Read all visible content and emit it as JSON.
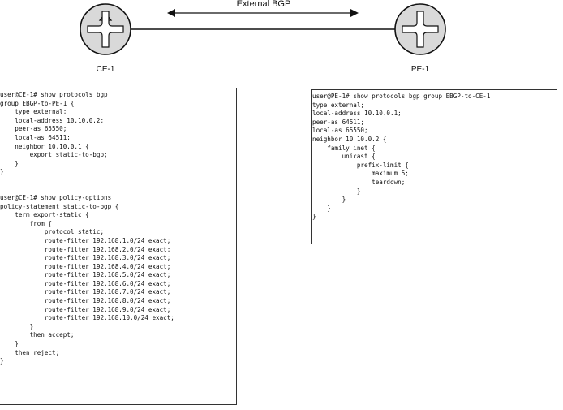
{
  "diagram": {
    "link_label": "External BGP",
    "ce_label": "CE-1",
    "pe_label": "PE-1"
  },
  "ce_bgp_lines": [
    "user@CE-1# show protocols bgp",
    "group EBGP-to-PE-1 {",
    "    type external;",
    "    local-address 10.10.0.2;",
    "    peer-as 65550;",
    "    local-as 64511;",
    "    neighbor 10.10.0.1 {",
    "        export static-to-bgp;",
    "    }",
    "}"
  ],
  "ce_policy_lines": [
    "user@CE-1# show policy-options",
    "policy-statement static-to-bgp {",
    "    term export-static {",
    "        from {",
    "            protocol static;",
    "            route-filter 192.168.1.0/24 exact;",
    "            route-filter 192.168.2.0/24 exact;",
    "            route-filter 192.168.3.0/24 exact;",
    "            route-filter 192.168.4.0/24 exact;",
    "            route-filter 192.168.5.0/24 exact;",
    "            route-filter 192.168.6.0/24 exact;",
    "            route-filter 192.168.7.0/24 exact;",
    "            route-filter 192.168.8.0/24 exact;",
    "            route-filter 192.168.9.0/24 exact;",
    "            route-filter 192.168.10.0/24 exact;",
    "        }",
    "        then accept;",
    "    }",
    "    then reject;",
    "}"
  ],
  "pe_bgp_lines": [
    "user@PE-1# show protocols bgp group EBGP-to-CE-1",
    "type external;",
    "local-address 10.10.0.1;",
    "peer-as 64511;",
    "local-as 65550;",
    "neighbor 10.10.0.2 {",
    "    family inet {",
    "        unicast {",
    "            prefix-limit {",
    "                maximum 5;",
    "                teardown;",
    "            }",
    "        }",
    "    }",
    "}"
  ],
  "colors": {
    "router_fill": "#d9d9d9",
    "line": "#111111"
  }
}
